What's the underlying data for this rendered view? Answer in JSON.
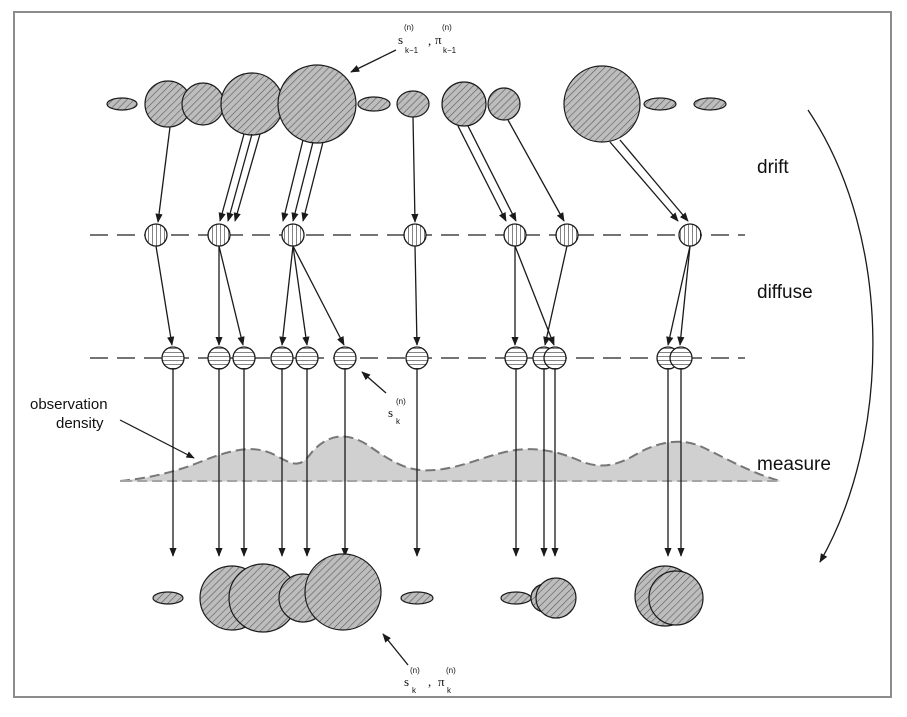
{
  "stages": {
    "drift": "drift",
    "diffuse": "diffuse",
    "measure": "measure"
  },
  "annotations": {
    "observation_line1": "observation",
    "observation_line2": "density"
  },
  "symbols": {
    "prior": {
      "s": "s",
      "s_sup": "(n)",
      "s_sub": "k−1",
      "pi": "π",
      "pi_sup": "(n)",
      "pi_sub": "k−1"
    },
    "diffused": {
      "s": "s",
      "s_sup": "(n)",
      "s_sub": "k"
    },
    "posterior": {
      "s": "s",
      "s_sup": "(n)",
      "s_sub": "k",
      "pi": "π",
      "pi_sup": "(n)",
      "pi_sub": "k"
    }
  },
  "colors": {
    "frame": "#8c8c8c",
    "ink": "#1a1a1a",
    "density_fill": "#d0d0d0",
    "density_edge": "#777777",
    "sample_fill": "#bdbdbd"
  }
}
